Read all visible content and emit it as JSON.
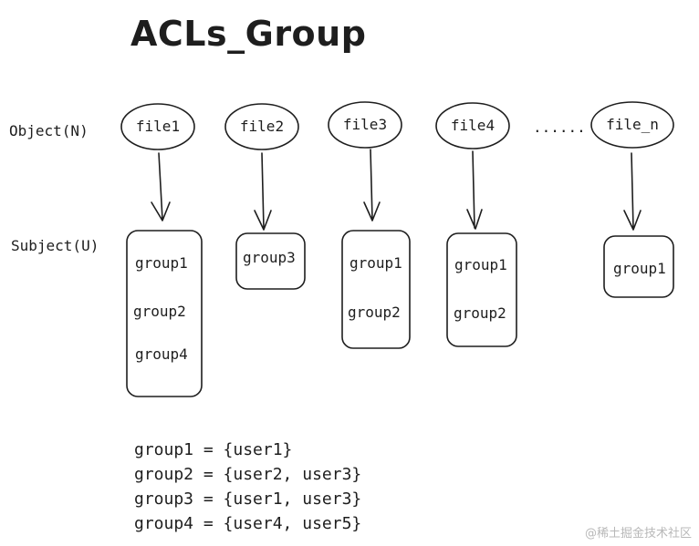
{
  "title": "ACLs_Group",
  "row_labels": {
    "object": "Object(N)",
    "subject": "Subject(U)"
  },
  "objects": [
    {
      "name": "file1",
      "groups": [
        "group1",
        "group2",
        "group4"
      ]
    },
    {
      "name": "file2",
      "groups": [
        "group3"
      ]
    },
    {
      "name": "file3",
      "groups": [
        "group1",
        "group2"
      ]
    },
    {
      "name": "file4",
      "groups": [
        "group1",
        "group2"
      ]
    },
    {
      "name": "file_n",
      "groups": [
        "group1"
      ]
    }
  ],
  "ellipsis": "......",
  "mappings": [
    "group1 = {user1}",
    "group2 = {user2, user3}",
    "group3 = {user1, user3}",
    "group4 = {user4, user5}"
  ],
  "watermark": "@稀土掘金技术社区"
}
